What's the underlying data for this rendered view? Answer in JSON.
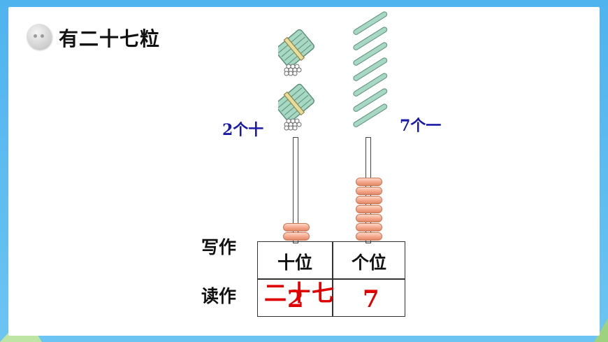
{
  "title": "有二十七粒",
  "labels": {
    "tens_count": "2个十",
    "ones_count": "7个一"
  },
  "table": {
    "write_label": "写作",
    "read_label": "读作",
    "tens_header": "十位",
    "ones_header": "个位",
    "tens_value": "2",
    "ones_value": "7",
    "reading": "二十七"
  },
  "abacus": {
    "tens_beads": 2,
    "ones_beads": 7
  },
  "sticks": {
    "bundles": 2,
    "singles": 7
  },
  "colors": {
    "frame": "#4fb3ee",
    "blue_text": "#1a1aa8",
    "red_text": "#e00000",
    "bead": "#f5a58a",
    "stick": "#a6d8c4"
  }
}
